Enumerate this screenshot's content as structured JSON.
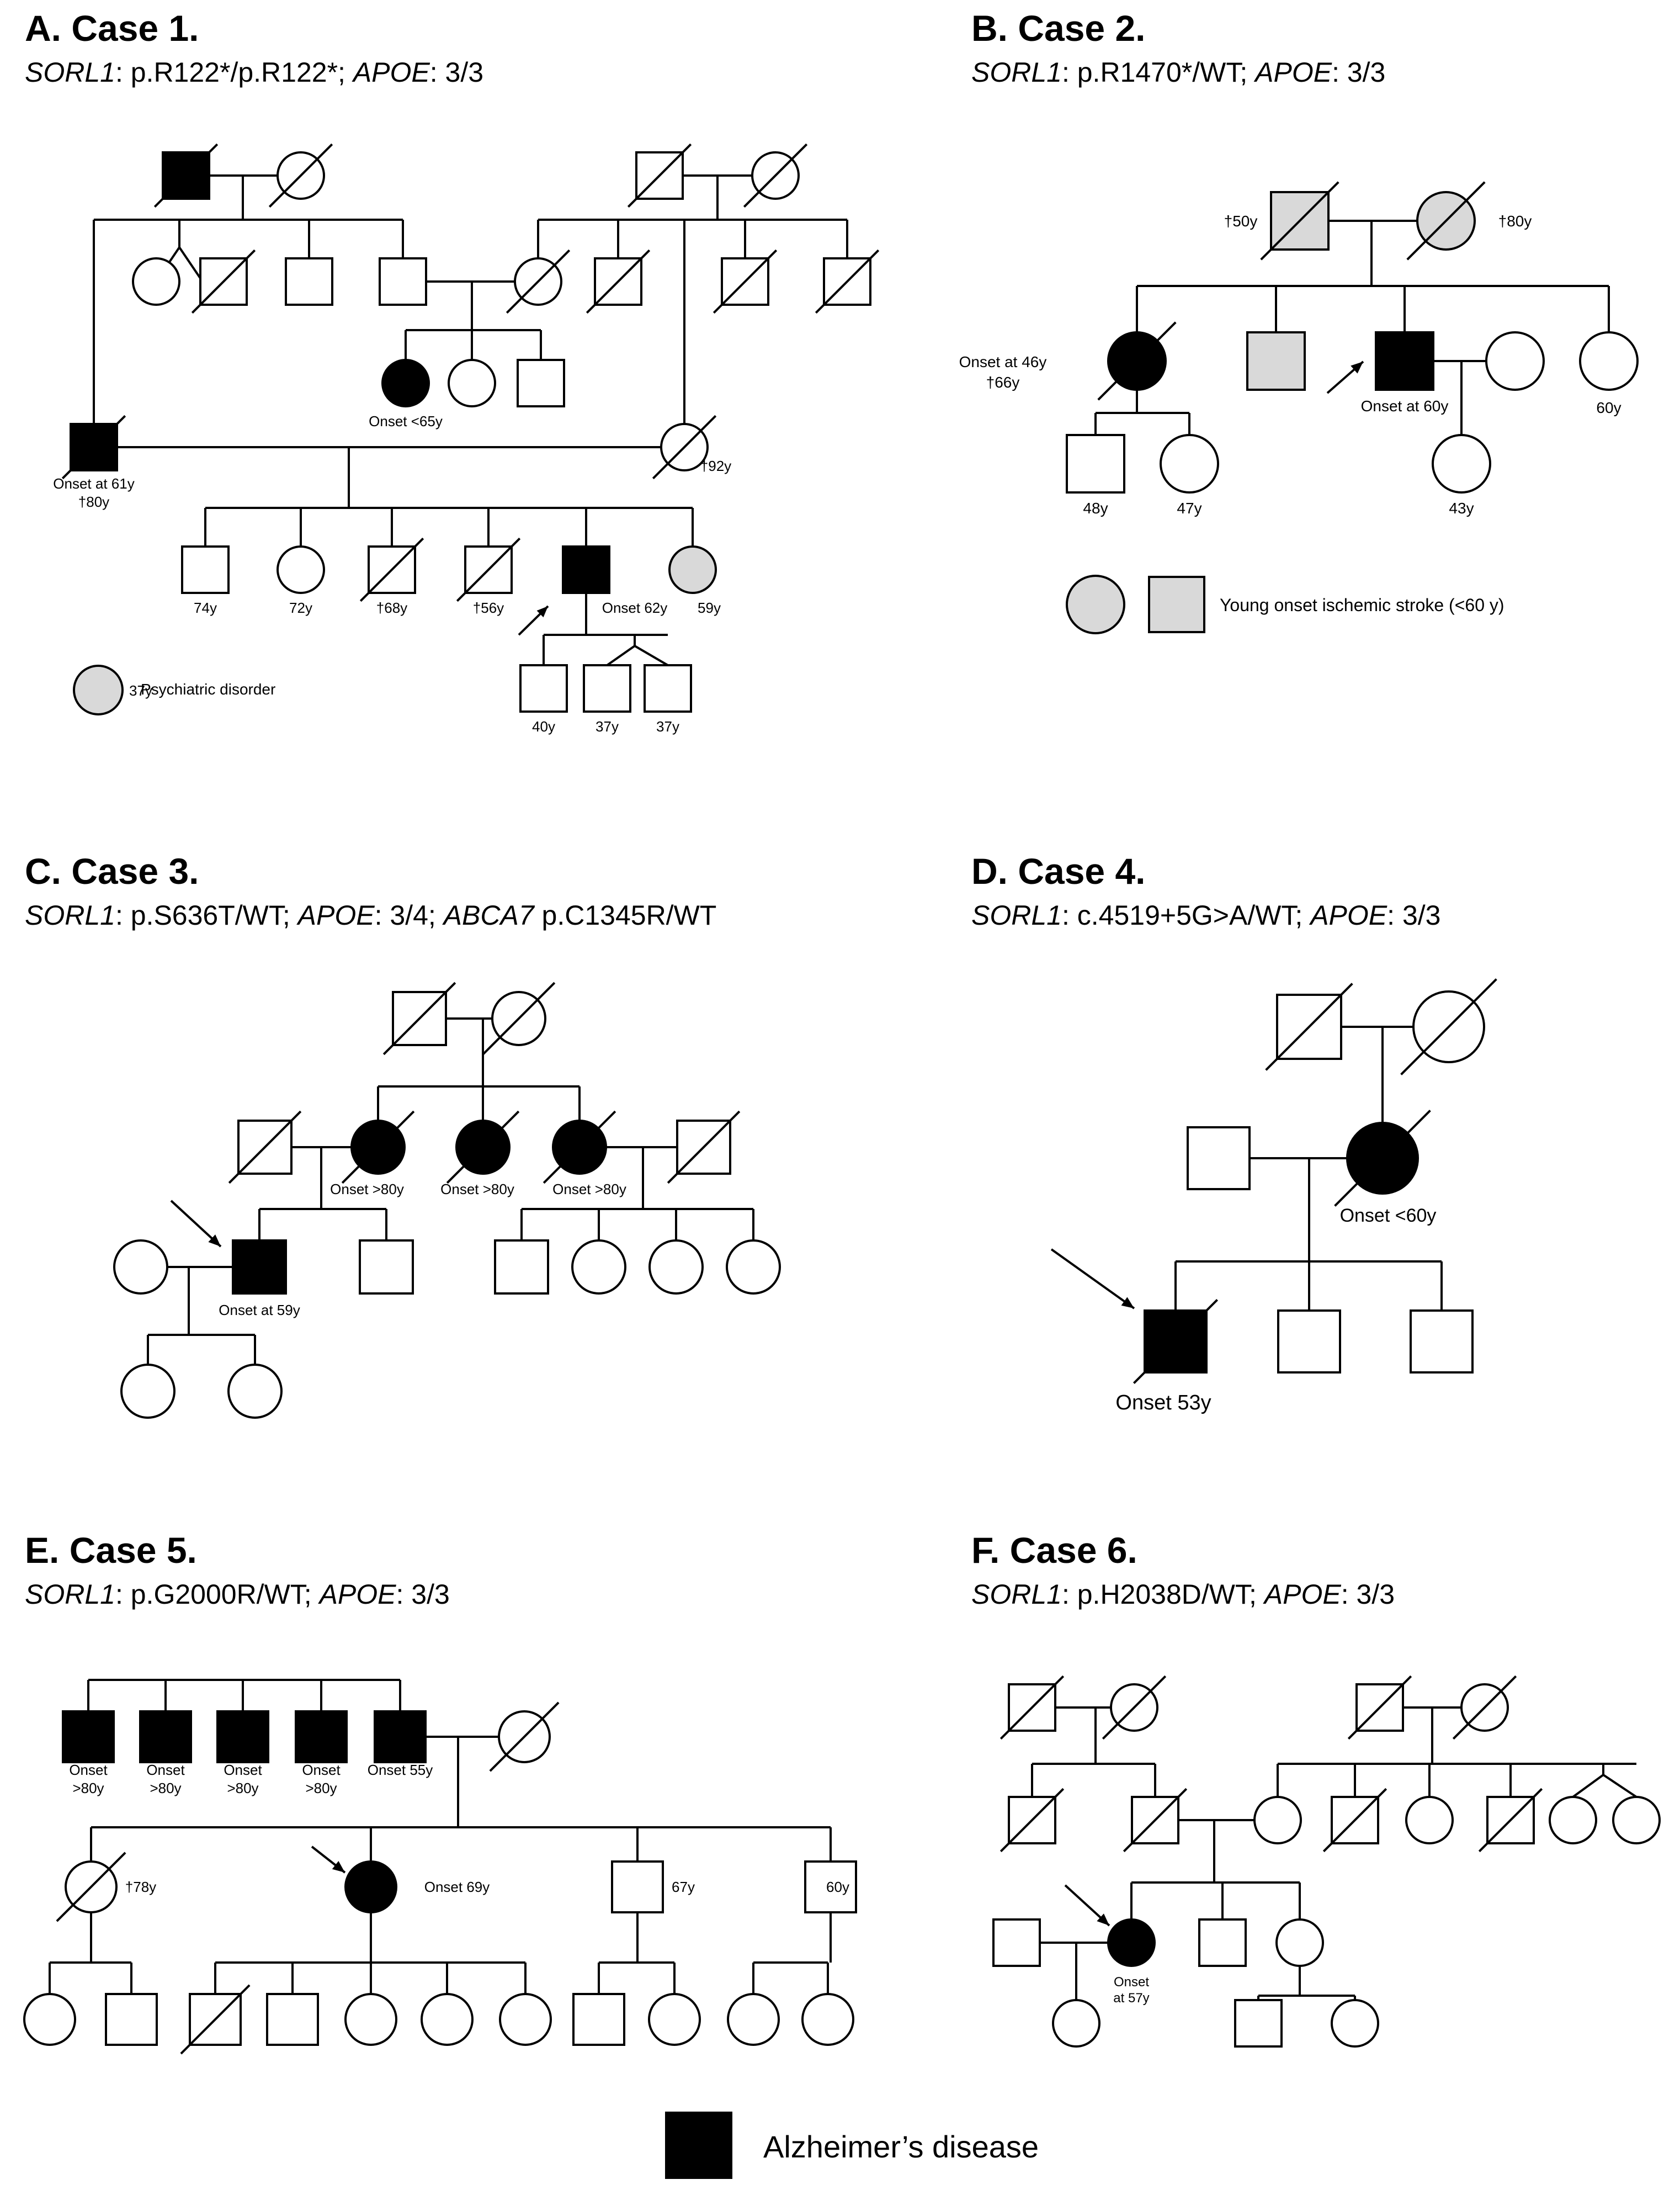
{
  "legend": {
    "ad_label": "Alzheimer’s disease"
  },
  "panels": [
    {
      "id": "A",
      "title": "A. Case 1.",
      "subtitle": [
        {
          "t": "SORL1",
          "i": true
        },
        {
          "t": ": p.R122*/p.R122*; "
        },
        {
          "t": "APOE",
          "i": true
        },
        {
          "t": ": 3/3"
        }
      ],
      "labels": [
        "Onset <65y",
        "Onset at 61y",
        "†80y",
        "†92y",
        "74y",
        "72y",
        "†68y",
        "†56y",
        "Onset 62y",
        "59y",
        "40y",
        "37y",
        "37y"
      ],
      "legend": "Psychiatric disorder"
    },
    {
      "id": "B",
      "title": "B. Case 2.",
      "subtitle": [
        {
          "t": "SORL1",
          "i": true
        },
        {
          "t": ": p.R1470*/WT; "
        },
        {
          "t": "APOE",
          "i": true
        },
        {
          "t": ": 3/3"
        }
      ],
      "labels": [
        "†50y",
        "†80y",
        "Onset at 46y",
        "†66y",
        "Onset at 60y",
        "60y",
        "48y",
        "47y",
        "43y"
      ],
      "legend": "Young onset ischemic stroke (<60 y)"
    },
    {
      "id": "C",
      "title": "C. Case 3.",
      "subtitle": [
        {
          "t": "SORL1",
          "i": true
        },
        {
          "t": ": p.S636T/WT; "
        },
        {
          "t": "APOE",
          "i": true
        },
        {
          "t": ": 3/4; "
        },
        {
          "t": "ABCA7",
          "i": true
        },
        {
          "t": " p.C1345R/WT"
        }
      ],
      "labels": [
        "Onset >80y",
        "Onset >80y",
        "Onset >80y",
        "Onset at 59y"
      ]
    },
    {
      "id": "D",
      "title": "D. Case 4.",
      "subtitle": [
        {
          "t": "SORL1",
          "i": true
        },
        {
          "t": ": c.4519+5G>A/WT; "
        },
        {
          "t": "APOE",
          "i": true
        },
        {
          "t": ": 3/3"
        }
      ],
      "labels": [
        "Onset <60y",
        "Onset 53y"
      ]
    },
    {
      "id": "E",
      "title": "E. Case 5.",
      "subtitle": [
        {
          "t": "SORL1",
          "i": true
        },
        {
          "t": ": p.G2000R/WT; "
        },
        {
          "t": "APOE",
          "i": true
        },
        {
          "t": ": 3/3"
        }
      ],
      "labels": [
        "Onset",
        ">80y",
        "Onset",
        ">80y",
        "Onset",
        ">80y",
        "Onset",
        ">80y",
        "Onset 55y",
        "†78y",
        "Onset 69y",
        "67y",
        "60y"
      ]
    },
    {
      "id": "F",
      "title": "F. Case 6.",
      "subtitle": [
        {
          "t": "SORL1",
          "i": true
        },
        {
          "t": ": p.H2038D/WT; "
        },
        {
          "t": "APOE",
          "i": true
        },
        {
          "t": ": 3/3"
        }
      ],
      "labels": [
        "Onset",
        "at 57y"
      ]
    }
  ],
  "colors": {
    "affected": "#000000",
    "psychiatric": "#d9d9d9",
    "stroke": "#d9d9d9",
    "unaffected": "#ffffff"
  }
}
